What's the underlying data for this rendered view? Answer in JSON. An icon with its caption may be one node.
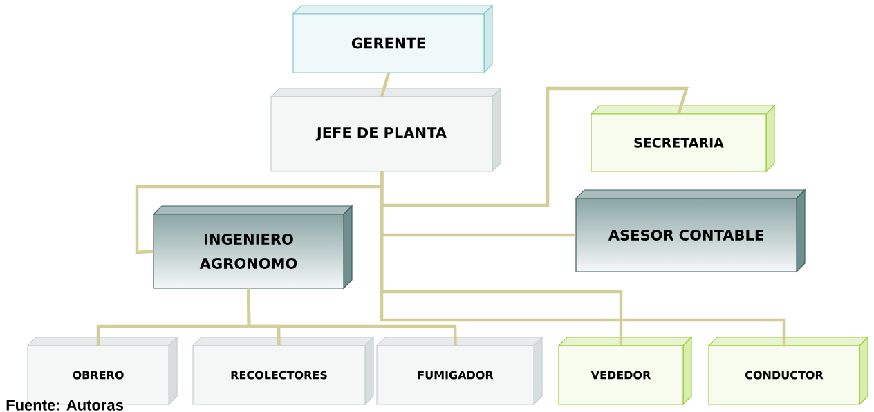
{
  "diagram": {
    "caption": "Fuente: Autoras",
    "nodes": [
      {
        "text": [
          "GERENTE"
        ]
      },
      {
        "text": [
          "JEFE DE PLANTA"
        ]
      },
      {
        "text": [
          "SECRETARIA"
        ]
      },
      {
        "text": [
          "ASESOR CONTABLE"
        ]
      },
      {
        "text": [
          "INGENIERO AGRONOMO"
        ]
      },
      {
        "text": [
          "OBRERO"
        ]
      },
      {
        "text": [
          "RECOLECTORES"
        ]
      },
      {
        "text": [
          "FUMIGADOR"
        ]
      },
      {
        "text": [
          "VEDEDOR"
        ]
      },
      {
        "text": [
          "CONDUCTOR"
        ]
      }
    ],
    "edges": [
      {
        "from": 0,
        "to": 1,
        "arrow": "none"
      },
      {
        "from": 1,
        "to": 2,
        "arrow": "none"
      },
      {
        "from": 1,
        "to": 3,
        "arrow": "none"
      },
      {
        "from": 1,
        "to": 4,
        "arrow": "none"
      },
      {
        "from": 1,
        "to": 8,
        "arrow": "none"
      },
      {
        "from": 1,
        "to": 9,
        "arrow": "none"
      },
      {
        "from": 4,
        "to": 5,
        "arrow": "none"
      },
      {
        "from": 4,
        "to": 6,
        "arrow": "none"
      },
      {
        "from": 4,
        "to": 7,
        "arrow": "none"
      }
    ]
  }
}
